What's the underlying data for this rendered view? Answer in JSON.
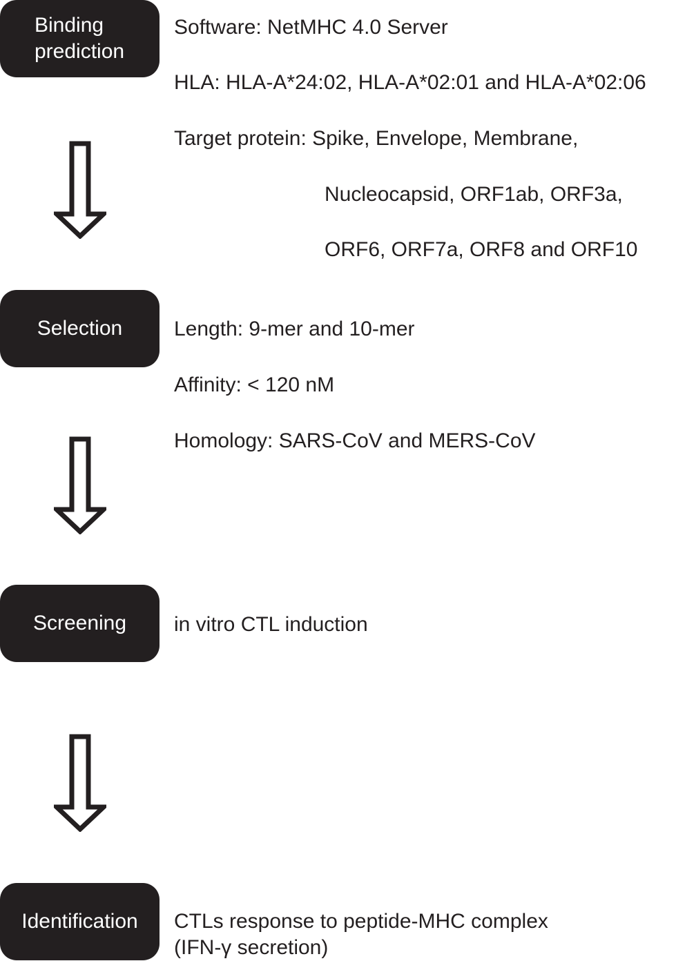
{
  "steps": [
    {
      "label": "Binding\nprediction",
      "details": [
        "Software: NetMHC 4.0 Server",
        "HLA: HLA-A*24:02, HLA-A*02:01 and HLA-A*02:06",
        "Target protein: Spike, Envelope, Membrane,",
        "Nucleocapsid, ORF1ab, ORF3a,",
        "ORF6, ORF7a, ORF8 and ORF10"
      ]
    },
    {
      "label": "Selection",
      "details": [
        "Length: 9-mer and 10-mer",
        "Affinity: < 120 nM",
        "Homology: SARS-CoV and MERS-CoV"
      ]
    },
    {
      "label": "Screening",
      "details": [
        "in vitro CTL induction"
      ]
    },
    {
      "label": "Identification",
      "details": [
        "CTLs response to peptide-MHC complex",
        "(IFN-γ secretion)"
      ]
    }
  ],
  "colors": {
    "box_fill": "#231f20",
    "box_text": "#ffffff",
    "text": "#231f20",
    "arrow_stroke": "#231f20"
  },
  "icons": {
    "arrow": "hollow-down-arrow-icon"
  }
}
